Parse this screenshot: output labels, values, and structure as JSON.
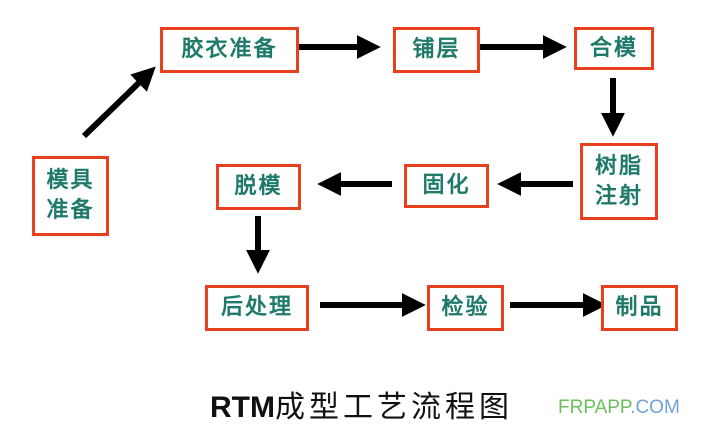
{
  "nodes": {
    "mold_prep": "模具准备",
    "gelcoat_prep": "胶衣准备",
    "layup": "铺层",
    "mold_close": "合模",
    "resin_injection": "树脂注射",
    "curing": "固化",
    "demolding": "脱模",
    "post_processing": "后处理",
    "inspection": "检验",
    "product": "制品"
  },
  "edges": [
    [
      "模具准备",
      "胶衣准备"
    ],
    [
      "胶衣准备",
      "铺层"
    ],
    [
      "铺层",
      "合模"
    ],
    [
      "合模",
      "树脂注射"
    ],
    [
      "树脂注射",
      "固化"
    ],
    [
      "固化",
      "脱模"
    ],
    [
      "脱模",
      "后处理"
    ],
    [
      "后处理",
      "检验"
    ],
    [
      "检验",
      "制品"
    ]
  ],
  "title": {
    "latin": "RTM",
    "chinese": "成型工艺流程图"
  },
  "watermark": {
    "part1": "FRPAPP",
    "part2": ".COM"
  },
  "colors": {
    "border": "#e8401c",
    "text": "#1f7a6a",
    "arrow": "#000000"
  }
}
